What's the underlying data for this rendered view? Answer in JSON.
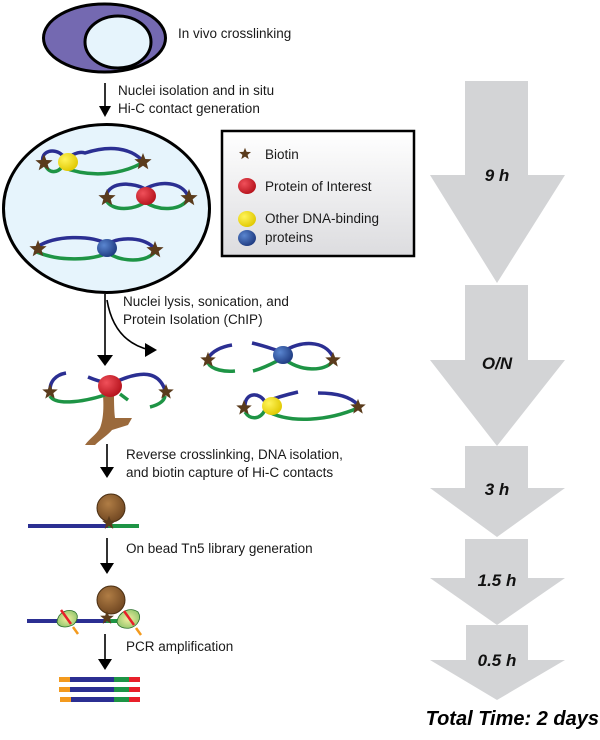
{
  "figure": {
    "steps": [
      {
        "id": "crosslinking",
        "lines": [
          "In vivo crosslinking"
        ]
      },
      {
        "id": "nuclei-isolation",
        "lines": [
          "Nuclei isolation and in situ",
          "Hi-C contact generation"
        ]
      },
      {
        "id": "lysis-chip",
        "lines": [
          "Nuclei lysis, sonication, and",
          "Protein Isolation (ChIP)"
        ]
      },
      {
        "id": "reverse-crosslinking",
        "lines": [
          "Reverse crosslinking, DNA isolation,",
          "and biotin capture of Hi-C contacts"
        ]
      },
      {
        "id": "tn5",
        "lines": [
          "On bead Tn5 library generation"
        ]
      },
      {
        "id": "pcr",
        "lines": [
          "PCR amplification"
        ]
      }
    ],
    "legend": {
      "items": [
        {
          "icon": "biotin-star-icon",
          "label": "Biotin"
        },
        {
          "icon": "protein-of-interest-icon",
          "label": "Protein of Interest"
        },
        {
          "icon": "other-protein-icon",
          "label": "Other DNA-binding",
          "label2": "proteins"
        }
      ]
    },
    "durations": [
      {
        "label": "9 h"
      },
      {
        "label": "O/N"
      },
      {
        "label": "3 h"
      },
      {
        "label": "1.5 h"
      },
      {
        "label": "0.5 h"
      }
    ],
    "total": "Total Time: 2 days",
    "colors": {
      "cell_outer": "#7469b1",
      "nucleus": "#e6f4fc",
      "dna_strand_a": "#2b2f92",
      "dna_strand_b": "#1e9445",
      "biotin": "#5a3b1c",
      "protein_of_interest": "#e0242e",
      "other_protein_yellow": "#f4e81a",
      "other_protein_blue": "#3a64b5",
      "bead": "#8a5a2c",
      "antibody": "#9b6a3c",
      "time_arrow": "#d3d4d6",
      "adapter_orange": "#f39a1e",
      "adapter_red": "#e8202a"
    }
  }
}
